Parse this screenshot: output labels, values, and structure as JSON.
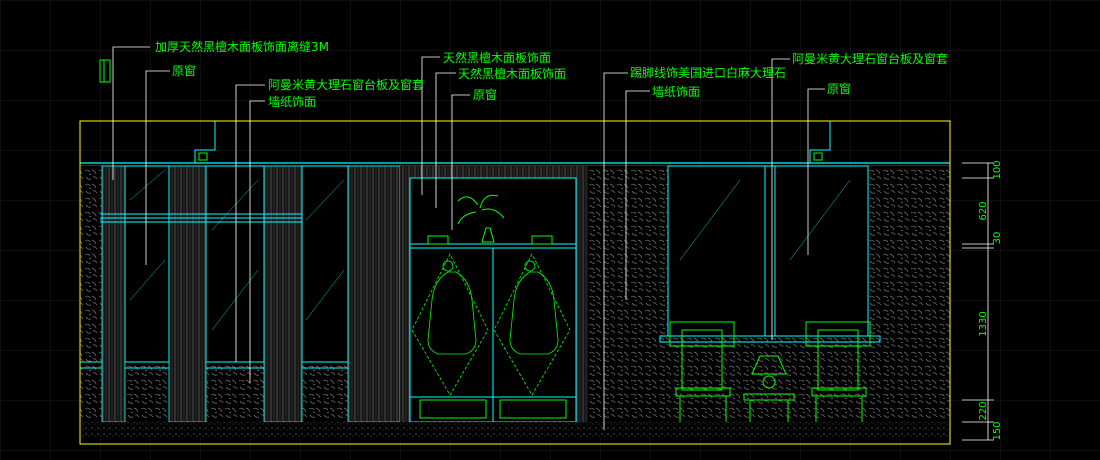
{
  "colors": {
    "background": "#000000",
    "grid": "#1a1a1a",
    "frame_yellow": "#ffff00",
    "cyan": "#00ffff",
    "green": "#00ff00",
    "wood": "#555555",
    "stone_texture": "#7a7a7a"
  },
  "annotations": {
    "left_top": "加厚天然黑檀木面板饰面离缝3M",
    "left_window": "原窗",
    "left_sill": "阿曼米黄大理石窗台板及窗套",
    "left_wallpaper": "墙纸饰面",
    "center_panel_1": "天然黑檀木面板饰面",
    "center_panel_2": "天然黑檀木面板饰面",
    "center_window": "原窗",
    "right_skirting": "踢脚线饰美国进口白麻大理石",
    "right_wallpaper": "墙纸饰面",
    "right_sill": "阿曼米黄大理石窗台板及窗套",
    "right_window": "原窗"
  },
  "dimensions": [
    "100",
    "620",
    "30",
    "1330",
    "220",
    "150"
  ]
}
